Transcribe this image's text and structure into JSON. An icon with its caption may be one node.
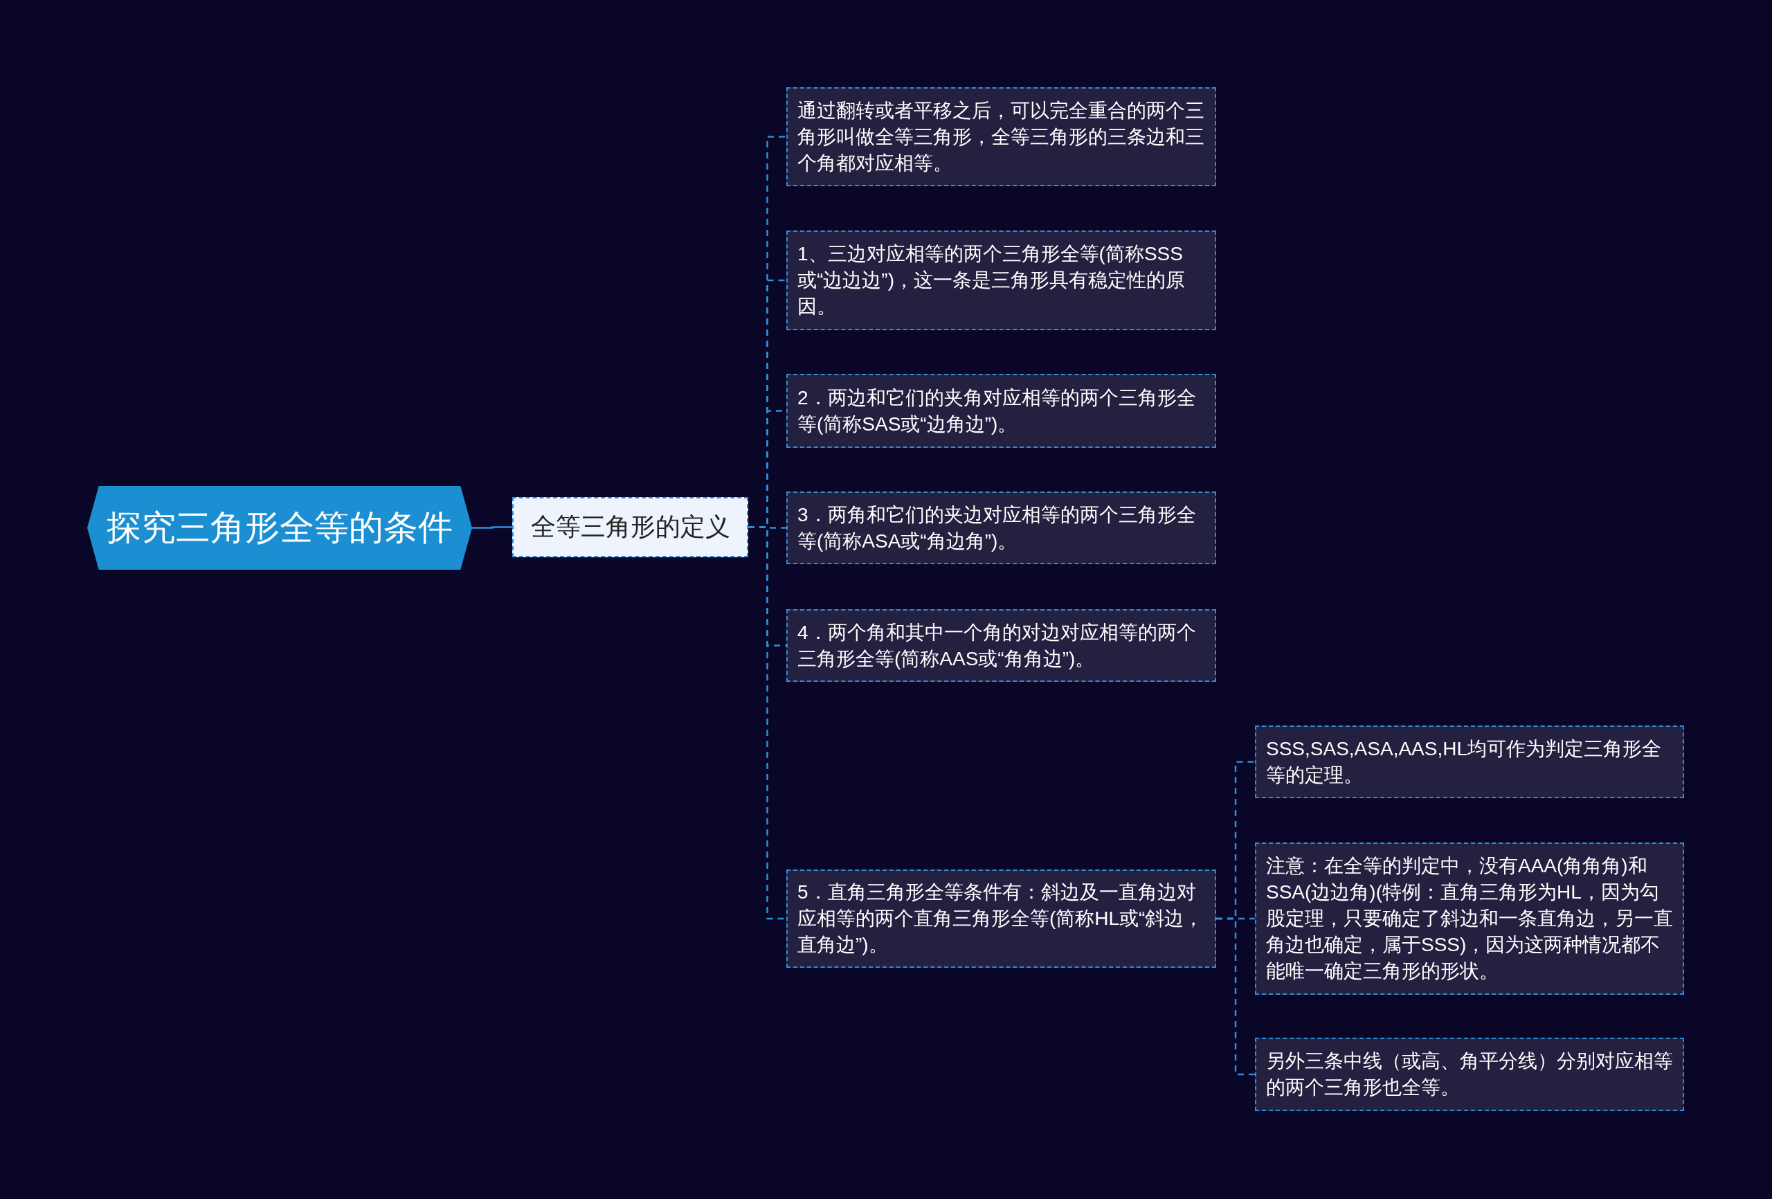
{
  "diagram": {
    "nodes": [
      {
        "text": [
          "探究三角形全等的条件"
        ]
      },
      {
        "text": [
          "全等三角形的定义"
        ]
      },
      {
        "text": [
          "通过翻转或者平移之后，可以完全重合的两个三角形叫做全等三角形，全等三角形的三条边和三个角都对应相等。"
        ]
      },
      {
        "text": [
          "1、三边对应相等的两个三角形全等(简称SSS或“边边边”)，这一条是三角形具有稳定性的原因。"
        ]
      },
      {
        "text": [
          "2．两边和它们的夹角对应相等的两个三角形全等(简称SAS或“边角边”)。"
        ]
      },
      {
        "text": [
          "3．两角和它们的夹边对应相等的两个三角形全等(简称ASA或“角边角”)。"
        ]
      },
      {
        "text": [
          "4．两个角和其中一个角的对边对应相等的两个三角形全等(简称AAS或“角角边”)。"
        ]
      },
      {
        "text": [
          "5．直角三角形全等条件有：斜边及一直角边对应相等的两个直角三角形全等(简称HL或“斜边，直角边”)。"
        ]
      },
      {
        "text": [
          "SSS,SAS,ASA,AAS,HL均可作为判定三角形全等的定理。"
        ]
      },
      {
        "text": [
          "注意：在全等的判定中，没有AAA(角角角)和SSA(边边角)(特例：直角三角形为HL，因为勾股定理，只要确定了斜边和一条直角边，另一直角边也确定，属于SSS)，因为这两种情况都不能唯一确定三角形的形状。"
        ]
      },
      {
        "text": [
          "另外三条中线（或高、角平分线）分别对应相等的两个三角形也全等。"
        ]
      }
    ],
    "edges": [
      {
        "from": 0,
        "to": 1,
        "arrow": "none"
      },
      {
        "from": 1,
        "to": 2,
        "arrow": "none",
        "style": "dashed"
      },
      {
        "from": 1,
        "to": 3,
        "arrow": "none",
        "style": "dashed"
      },
      {
        "from": 1,
        "to": 4,
        "arrow": "none",
        "style": "dashed"
      },
      {
        "from": 1,
        "to": 5,
        "arrow": "none",
        "style": "dashed"
      },
      {
        "from": 1,
        "to": 6,
        "arrow": "none",
        "style": "dashed"
      },
      {
        "from": 1,
        "to": 7,
        "arrow": "none",
        "style": "dashed"
      },
      {
        "from": 7,
        "to": 8,
        "arrow": "none",
        "style": "dashed"
      },
      {
        "from": 7,
        "to": 9,
        "arrow": "none",
        "style": "dashed"
      },
      {
        "from": 7,
        "to": 10,
        "arrow": "none",
        "style": "dashed"
      }
    ]
  }
}
